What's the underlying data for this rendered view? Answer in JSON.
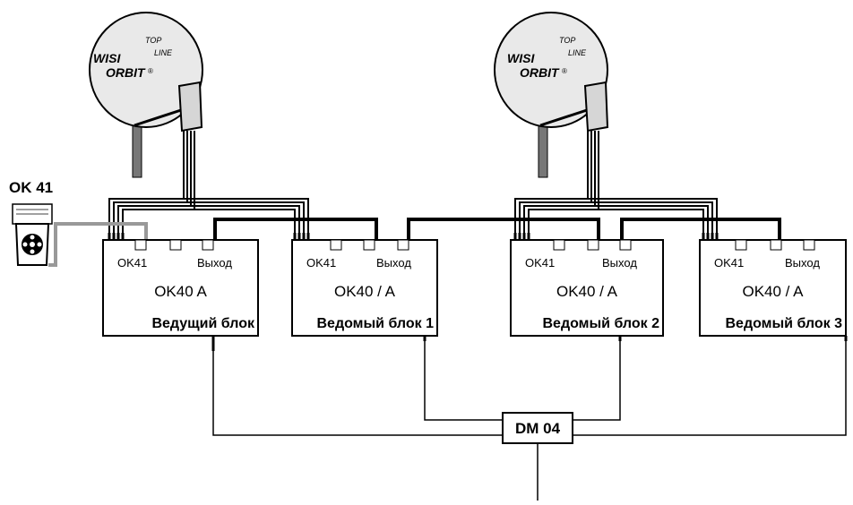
{
  "ok41": {
    "title": "OK 41"
  },
  "dishes": [
    {
      "brand1": "WISI",
      "brand2": "ORBIT",
      "reg": "®",
      "top": "TOP",
      "line": "LINE"
    },
    {
      "brand1": "WISI",
      "brand2": "ORBIT",
      "reg": "®",
      "top": "TOP",
      "line": "LINE"
    }
  ],
  "units": [
    {
      "port1": "OK41",
      "port2": "Выход",
      "model": "OK40 A",
      "role": "Ведущий блок"
    },
    {
      "port1": "OK41",
      "port2": "Выход",
      "model": "OK40 / A",
      "role": "Ведомый блок 1"
    },
    {
      "port1": "OK41",
      "port2": "Выход",
      "model": "OK40 / A",
      "role": "Ведомый блок 2"
    },
    {
      "port1": "OK41",
      "port2": "Выход",
      "model": "OK40 / A",
      "role": "Ведомый блок 3"
    }
  ],
  "dm": {
    "label": "DM 04"
  }
}
